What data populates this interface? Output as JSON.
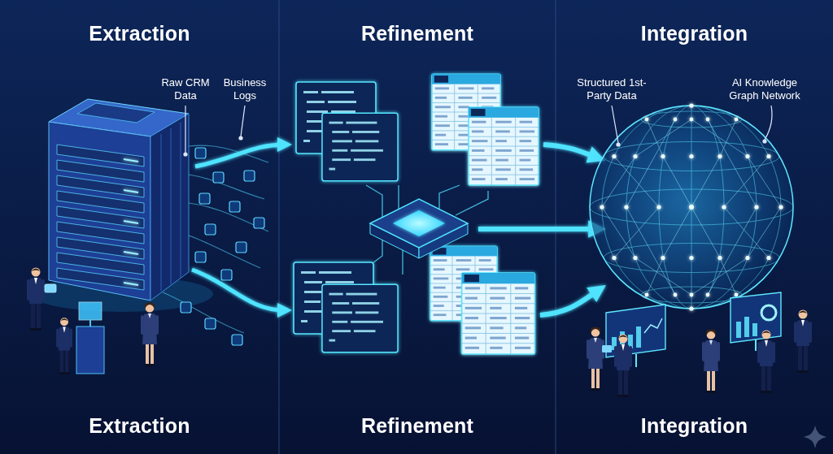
{
  "diagram": {
    "nodes": [
      {
        "text": [
          "Extraction",
          "Extraction"
        ]
      },
      {
        "text": [
          "Refinement",
          "Refinement"
        ]
      },
      {
        "text": [
          "Integration",
          "Integration"
        ]
      }
    ],
    "labels": [
      "Raw CRM Data",
      "Business Logs",
      "Structured 1st-Party Data",
      "AI Knowledge Graph Network"
    ]
  }
}
